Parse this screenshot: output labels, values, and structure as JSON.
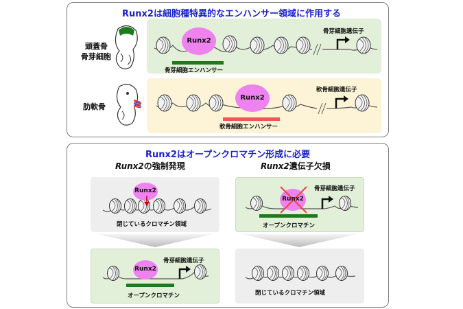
{
  "top_panel": {
    "title": "Runx2は細胞種特異的なエンハンサー領域に作用する",
    "row1": {
      "cell_label_line1": "頭蓋骨",
      "cell_label_line2": "骨芽細胞",
      "factor": "Runx2",
      "enhancer": "骨芽細胞エンハンサー",
      "gene": "骨芽細胞遺伝子",
      "colors": {
        "bg": "#e2efd9",
        "enhancer": "#1e7a1e",
        "runx": "#ee82ee"
      }
    },
    "row2": {
      "cell_label": "肋軟骨",
      "factor": "Runx2",
      "enhancer": "軟骨細胞エンハンサー",
      "gene": "軟骨細胞遺伝子",
      "colors": {
        "bg": "#fdf3d6",
        "enhancer": "#ee5555",
        "runx": "#ee82ee"
      }
    }
  },
  "bottom_panel": {
    "title": "Runx2はオープンクロマチン形成に必要",
    "left_heading_italic": "Runx2",
    "left_heading_rest": "の強制発現",
    "right_heading_italic": "Runx2",
    "right_heading_rest": "遺伝子欠損",
    "left_top": {
      "factor": "Runx2",
      "caption": "閉じているクロマチン領域"
    },
    "left_bottom": {
      "factor": "Runx2",
      "gene": "骨芽細胞遺伝子",
      "caption": "オープンクロマチン"
    },
    "right_top": {
      "factor": "Runx2",
      "gene": "骨芽細胞遺伝子",
      "caption": "オープンクロマチン"
    },
    "right_bottom": {
      "caption": "閉じているクロマチン領域"
    },
    "colors": {
      "gray_bg": "#eeeeee",
      "green_bg": "#e2efd9",
      "open": "#1e7a1e",
      "arrow": "#cc0000",
      "cross": "#ee4444"
    }
  }
}
